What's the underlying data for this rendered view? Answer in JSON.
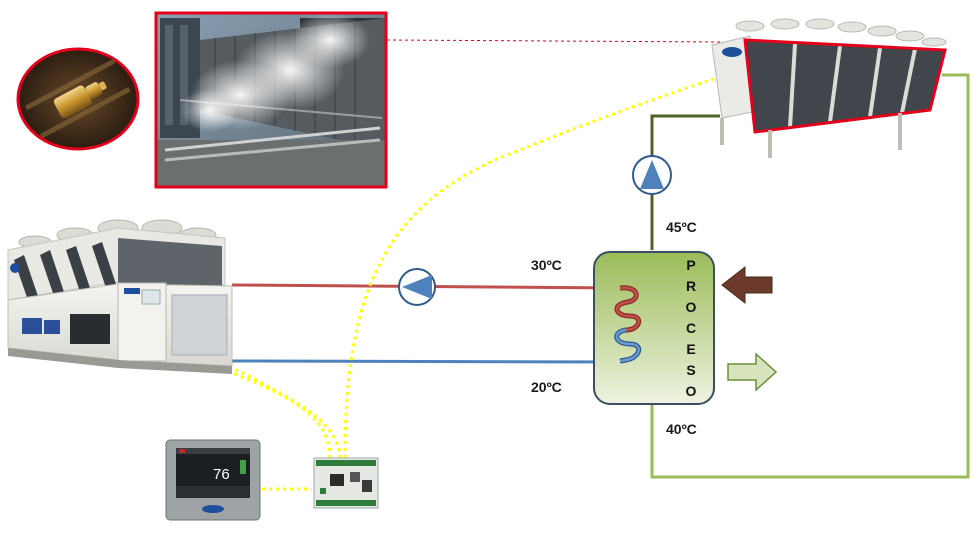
{
  "labels": {
    "temp_supply_chiller": "30ºC",
    "temp_return_chiller": "20ºC",
    "temp_supply_drycooler": "45ºC",
    "temp_return_drycooler": "40ºC",
    "process_letters": [
      "P",
      "R",
      "O",
      "C",
      "E",
      "S",
      "O"
    ]
  },
  "controller_screen": {
    "value": "76"
  },
  "colors": {
    "hot_pipe": "#c0504d",
    "cold_pipe": "#4f81bd",
    "dry_return_pipe": "#9bbb59",
    "dry_supply_pipe": "#4f6228",
    "control_wire": "#ffff00",
    "mist_frame": "#e3001b",
    "pump": "#4f81bd",
    "tank_top": "#9bbb59",
    "tank_bottom": "#e8f0d6",
    "arrow_in": "#6b3a2a",
    "arrow_out": "#d7e4bd"
  },
  "icons": {
    "pump": "circle-with-triangle-icon",
    "arrow_in": "left-arrow-icon",
    "arrow_out": "right-arrow-icon",
    "nozzle": "spray-nozzle-icon"
  }
}
